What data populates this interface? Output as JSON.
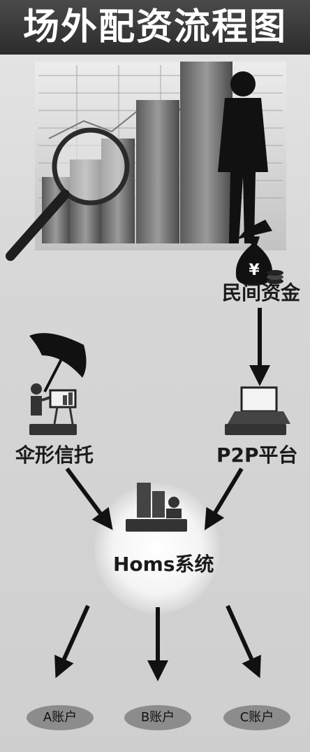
{
  "title": "场外配资流程图",
  "nodes": {
    "private_funds": "民间资金",
    "umbrella_trust": "伞形信托",
    "p2p_platform": "P2P平台",
    "homs_system": "Homs系统"
  },
  "accounts": [
    "A账户",
    "B账户",
    "C账户"
  ],
  "icons": {
    "money_bag": "money-bag-icon",
    "laptop": "laptop-icon",
    "umbrella": "umbrella-icon",
    "presenter": "presenter-icon",
    "buildings": "buildings-icon",
    "businessman": "businessman-icon",
    "magnifier": "magnifier-icon"
  },
  "money_symbol": "¥"
}
